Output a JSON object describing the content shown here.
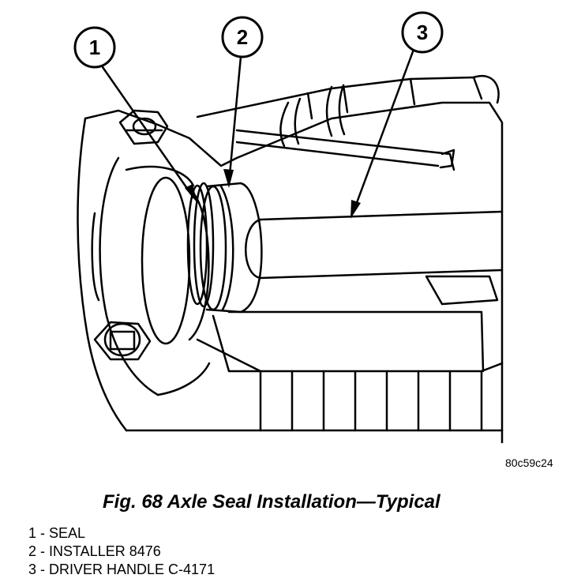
{
  "image_code": "80c59c24",
  "figure_title": "Fig. 68 Axle Seal Installation—Typical",
  "callouts": [
    "1",
    "2",
    "3"
  ],
  "legend": [
    {
      "number": "1",
      "separator": " - ",
      "label": "SEAL"
    },
    {
      "number": "2",
      "separator": " - ",
      "label": "INSTALLER 8476"
    },
    {
      "number": "3",
      "separator": " - ",
      "label": "DRIVER HANDLE C-4171"
    }
  ]
}
